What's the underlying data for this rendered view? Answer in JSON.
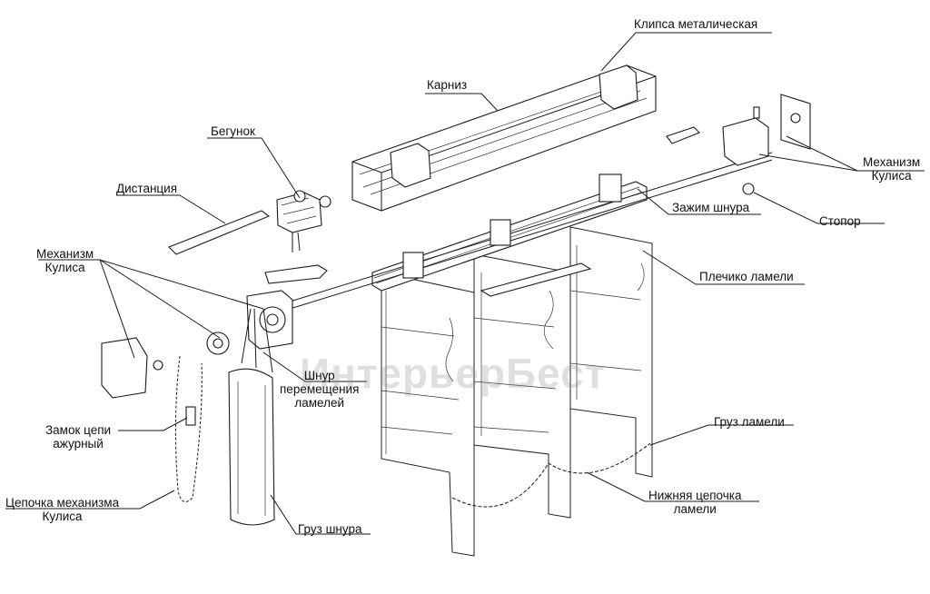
{
  "labels": {
    "metal_clip": "Клипса металическая",
    "cornice": "Карниз",
    "runner": "Бегунок",
    "spacer": "Дистанция",
    "mechanism_left": "Механизм\nКулиса",
    "mechanism_right": "Механизм\nКулиса",
    "cord_clamp": "Зажим шнура",
    "stopper": "Стопор",
    "slat_hanger": "Плечико ламели",
    "slat_cord": "Шнур\nперемещения\nламелей",
    "slat_weight": "Груз ламели",
    "chain_lock": "Замок цепи\nажурный",
    "mechanism_chain": "Цепочка механизма\nКулиса",
    "bottom_chain": "Нижняя цепочка\nламели",
    "cord_weight": "Груз шнура"
  },
  "watermark": "ИнтерьерБест",
  "colors": {
    "line": "#1a1a1a",
    "text": "#111111",
    "watermark": "#8c8c8c"
  }
}
